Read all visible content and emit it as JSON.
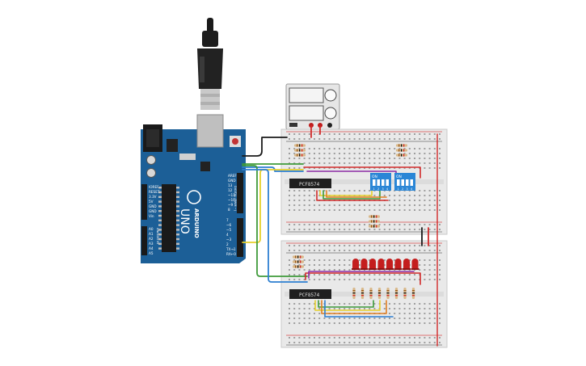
{
  "arduino": {
    "logo_text": "ARDUINO",
    "model": "UNO",
    "digital_header_label": "DIGITAL (PWM ~)",
    "analog_header_label": "ANALOG IN",
    "power_pin_labels": [
      "IOREF",
      "RESET",
      "3.3V",
      "5V",
      "GND",
      "GND",
      "Vin"
    ],
    "analog_pin_labels": [
      "A0",
      "A1",
      "A2",
      "A3",
      "A4",
      "A5"
    ],
    "digital_pin_labels_top": [
      "AREF",
      "GND",
      "13",
      "12",
      "~11",
      "~10",
      "~9",
      "8"
    ],
    "digital_pin_labels_bottom": [
      "7",
      "~6",
      "~5",
      "4",
      "~3",
      "2",
      "TX→1",
      "RX←0"
    ],
    "board_color": "#1c5f97"
  },
  "chips": {
    "top_label": "PCF8574",
    "bottom_label": "PCF8574"
  },
  "dip_switches": {
    "label": "ON",
    "numbers": [
      "1",
      "2",
      "3",
      "4"
    ],
    "color": "#2a86d6"
  },
  "leds": {
    "count": 8,
    "color": "#c41e1e"
  },
  "colors": {
    "wire_black": "#1a1a1a",
    "wire_green": "#3f9b3a",
    "wire_yellow": "#e6cf2a",
    "wire_blue": "#2d7fd1",
    "wire_red": "#d22a2a",
    "wire_purple": "#8e2ea6",
    "wire_orange": "#e07f22",
    "breadboard": "#e9e9e9",
    "rail_red": "#d94c4c",
    "rail_black": "#333333"
  }
}
